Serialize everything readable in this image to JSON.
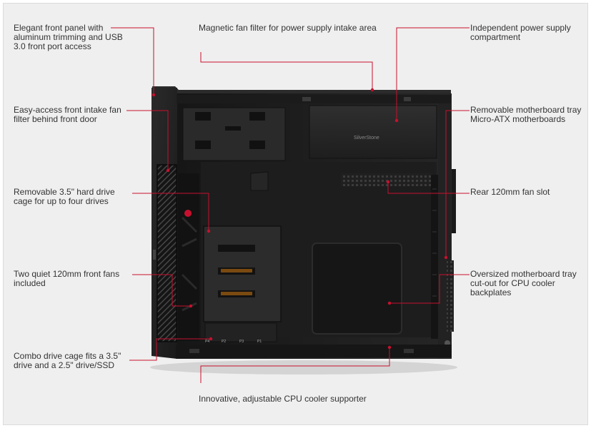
{
  "colors": {
    "background": "#efefef",
    "leader_line": "#c8102e",
    "label_text": "#333333",
    "case_body": "#1c1c1c"
  },
  "callouts": [
    {
      "id": "front-panel",
      "text": "Elegant front panel with\naluminum trimming and USB\n3.0 front port access"
    },
    {
      "id": "psu-filter",
      "text": "Magnetic fan filter for power supply intake area"
    },
    {
      "id": "psu-compartment",
      "text": "Independent power supply\ncompartment"
    },
    {
      "id": "front-filter",
      "text": "Easy-access front intake fan\nfilter behind front door"
    },
    {
      "id": "mb-tray",
      "text": "Removable motherboard tray\nMicro-ATX motherboards"
    },
    {
      "id": "hdd-cage",
      "text": "Removable 3.5\" hard drive\ncage for up to four drives"
    },
    {
      "id": "rear-fan",
      "text": "Rear 120mm fan slot"
    },
    {
      "id": "front-fans",
      "text": "Two quiet 120mm front fans\nincluded"
    },
    {
      "id": "cpu-cutout",
      "text": "Oversized motherboard tray\ncut-out for CPU cooler\nbackplates"
    },
    {
      "id": "combo-cage",
      "text": "Combo drive cage fits a 3.5\"\ndrive and a 2.5\" drive/SSD"
    },
    {
      "id": "cpu-supporter",
      "text": "Innovative, adjustable CPU cooler supporter"
    }
  ],
  "case_labels": {
    "brand_badge": "SilverStone",
    "sata_port_1": "P4",
    "sata_port_2": "P2",
    "sata_port_3": "P3",
    "sata_port_4": "P1"
  }
}
